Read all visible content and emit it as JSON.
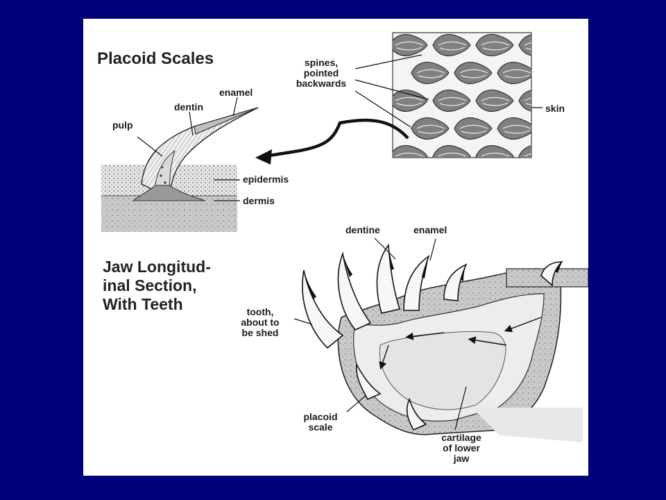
{
  "titles": {
    "placoid": "Placoid Scales",
    "jaw": [
      "Jaw Longitud-",
      "inal Section,",
      "With Teeth"
    ]
  },
  "labels": {
    "spines": [
      "spines,",
      "pointed",
      "backwards"
    ],
    "skin": "skin",
    "enamel_top": "enamel",
    "dentin": "dentin",
    "pulp": "pulp",
    "epidermis": "epidermis",
    "dermis": "dermis",
    "dentine": "dentine",
    "enamel_jaw": "enamel",
    "tooth": [
      "tooth,",
      "about to",
      "be shed"
    ],
    "placoid_scale": [
      "placoid",
      "scale"
    ],
    "cartilage": [
      "cartilage",
      "of lower",
      "jaw"
    ]
  },
  "colors": {
    "background": "#00007a",
    "panel": "#ffffff",
    "ink": "#1a1a1a",
    "scale_fill": "#7a7a7a",
    "tissue": "#c8c8c8"
  }
}
